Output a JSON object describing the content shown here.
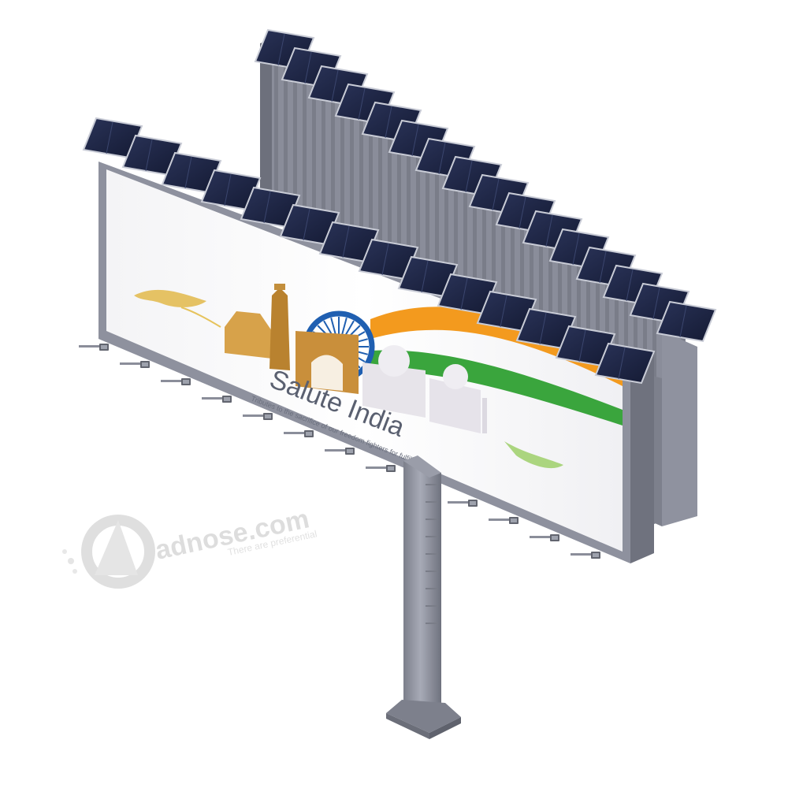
{
  "billboard": {
    "headline": "Salute India",
    "tagline": "Tributes to the sacrifice of our freedom fighters for fulfilling"
  },
  "watermark": {
    "brand": "adnose.com",
    "slogan": "There are preferential"
  },
  "colors": {
    "background": "#ffffff",
    "steel_light": "#a4a7b4",
    "steel_mid": "#8d909d",
    "steel_dark": "#6e717d",
    "solar_cell": "#1d2544",
    "solar_frame": "#c9ccd6",
    "saffron": "#f39a1e",
    "india_green": "#3aa53d",
    "chakra_blue": "#1f5fb1",
    "monument_gold": "#d7a24a",
    "watermark_gray": "#dadada"
  },
  "icons": [
    "solar-panel-icon",
    "floodlight-icon",
    "ashoka-chakra-icon",
    "logo-icon"
  ]
}
